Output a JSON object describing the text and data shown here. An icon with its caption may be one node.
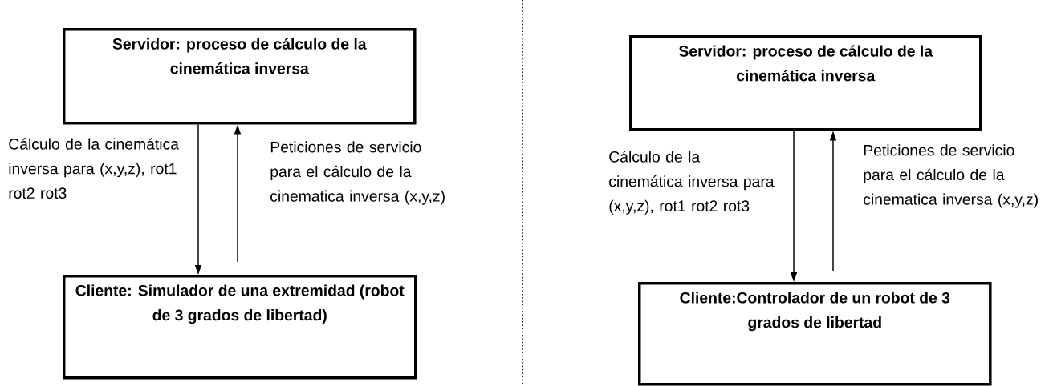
{
  "diagram": {
    "nodes": [
      {
        "text": [
          "Servidor: proceso de cálculo de la cinemática inversa"
        ]
      },
      {
        "text": [
          "Cliente: Simulador de una extremidad (robot de 3 grados de libertad)"
        ]
      },
      {
        "text": [
          "Servidor: proceso de cálculo de la cinemática inversa"
        ]
      },
      {
        "text": [
          "Cliente:Controlador de un robot de 3 grados de libertad"
        ]
      }
    ],
    "edges": [
      {
        "from": 0,
        "to": 1,
        "arrow": "to",
        "label": "Cálculo de la cinemática inversa para (x,y,z), rot1 rot2 rot3"
      },
      {
        "from": 1,
        "to": 0,
        "arrow": "to",
        "label": "Peticiones de servicio para el cálculo de la cinematica inversa (x,y,z)"
      },
      {
        "from": 2,
        "to": 3,
        "arrow": "to",
        "label": "Cálculo de la cinemática inversa para (x,y,z), rot1 rot2 rot3"
      },
      {
        "from": 3,
        "to": 2,
        "arrow": "to",
        "label": "Peticiones de servicio para el cálculo de la cinematica inversa (x,y,z)"
      }
    ]
  }
}
